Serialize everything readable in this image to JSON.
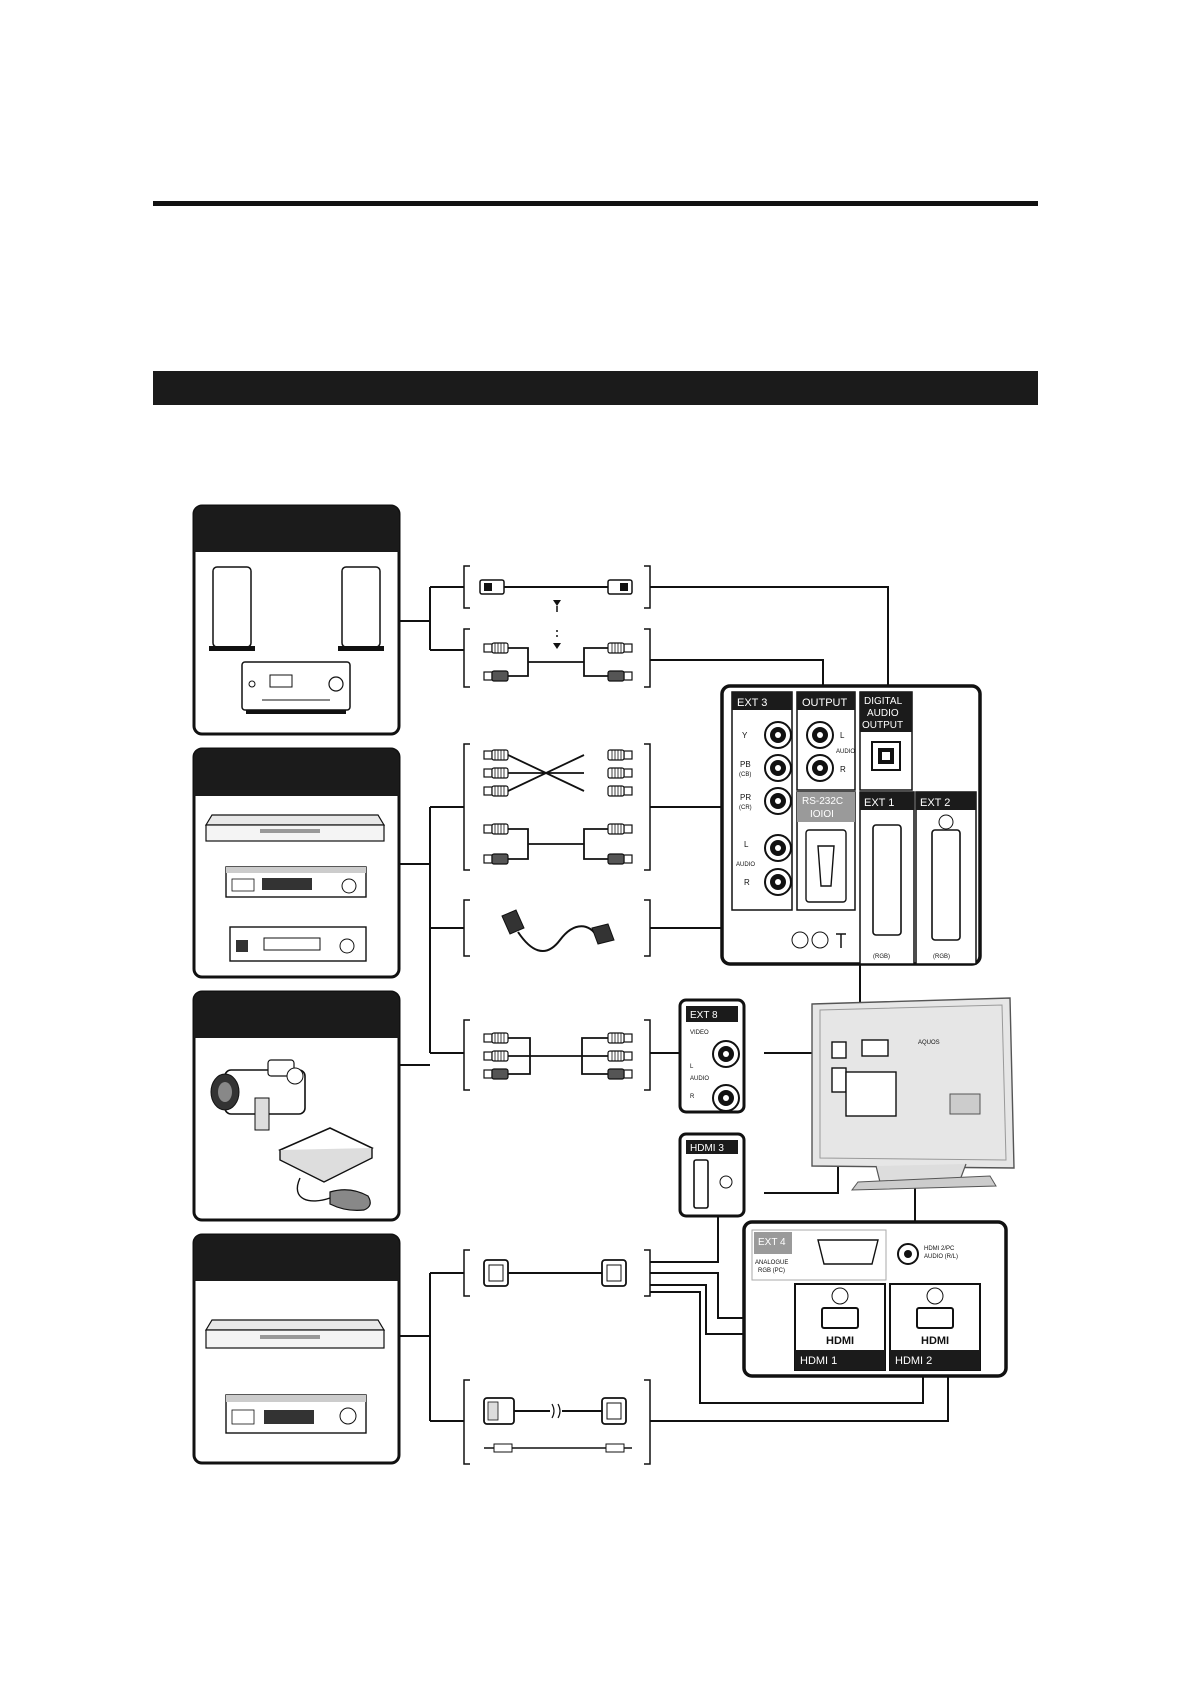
{
  "labels": {
    "ext3": "EXT 3",
    "y": "Y",
    "pb": "PB",
    "pb_sub": "(CB)",
    "pr": "PR",
    "pr_sub": "(CR)",
    "l": "L",
    "audio": "AUDIO",
    "r": "R",
    "output": "OUTPUT",
    "digital1": "DIGITAL",
    "digital2": "AUDIO",
    "digital3": "OUTPUT",
    "rs232c": "RS-232C",
    "rs232c_sub": "IOIOI",
    "ext1": "EXT 1",
    "ext2": "EXT 2",
    "rgb": "(RGB)",
    "ext8": "EXT 8",
    "video": "VIDEO",
    "hdmi3": "HDMI 3",
    "ext4": "EXT 4",
    "analogue1": "ANALOGUE",
    "analogue2": "RGB (PC)",
    "hdmi2pc1": "HDMI 2/PC",
    "hdmi2pc2": "AUDIO (R/L)",
    "hdmi_logo": "HDMI",
    "hdmi1": "HDMI 1",
    "hdmi2": "HDMI 2",
    "aquos": "AQUOS"
  },
  "colors": {
    "ink": "#111111",
    "panel_dark": "#1b1b1b",
    "grey": "#cfcfcf",
    "mid_grey": "#9a9a9a"
  },
  "icons": [
    "speakers-amplifier-icon",
    "dvd-recorder-icon",
    "vcr-icon",
    "camcorder-icon",
    "game-console-icon",
    "optical-cable-icon",
    "rca-cable-icon",
    "scart-cable-icon",
    "hdmi-cable-icon",
    "dvi-hdmi-cable-icon",
    "tv-rear-icon"
  ]
}
